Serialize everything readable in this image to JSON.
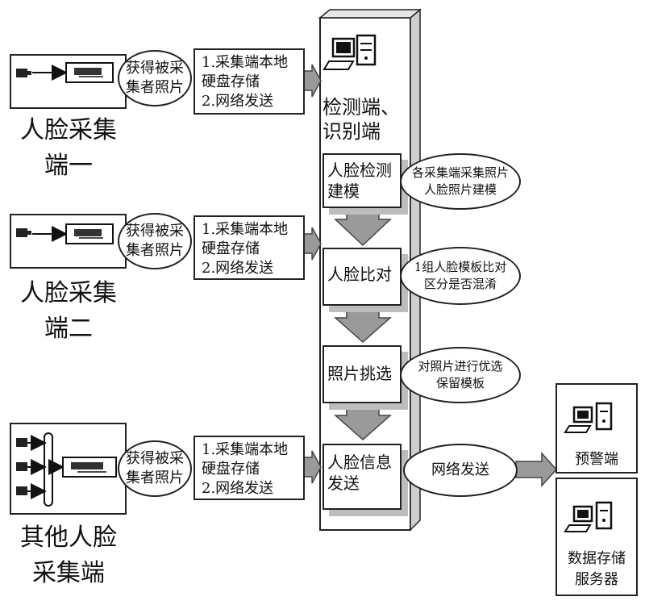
{
  "collectors": [
    {
      "label": "人脸采集\n端一",
      "obtain": "获得被采\n集者照片",
      "store": "1.采集端本地\n硬盘存储\n2.网络发送"
    },
    {
      "label": "人脸采集\n端二",
      "obtain": "获得被采\n集者照片",
      "store": "1.采集端本地\n硬盘存储\n2.网络发送"
    },
    {
      "label": "其他人脸\n采集端",
      "obtain": "获得被采\n集者照片",
      "store": "1.采集端本地\n硬盘存储\n2.网络发送"
    }
  ],
  "center": {
    "title": "检测端、\n识别端",
    "steps": [
      {
        "label": "人脸检测\n建模",
        "note": "各采集端采集照片\n人脸照片建模"
      },
      {
        "label": "人脸比对",
        "note": "1组人脸模板比对\n区分是否混淆"
      },
      {
        "label": "照片挑选",
        "note": "对照片进行优选\n保留模板"
      },
      {
        "label": "人脸信息\n发送",
        "note": "网络发送"
      }
    ]
  },
  "outputs": {
    "alert": "预警端",
    "storage": "数据存储\n服务器"
  },
  "icons": [
    "camera-icon",
    "capture-device-icon",
    "computer-icon",
    "server-icon",
    "cable-pole-icon"
  ],
  "colors": {
    "line": "#222222",
    "arrow_fill": "#9a9a9a",
    "shadow": "#bdbdbd"
  }
}
